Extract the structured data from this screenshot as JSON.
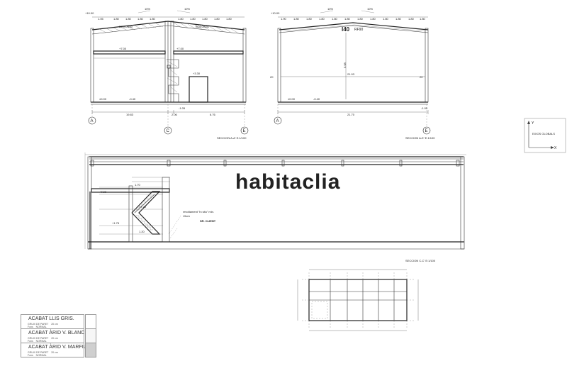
{
  "watermark": "habitaclia",
  "section_aa": {
    "title": "SECCION A-A' E:1/100",
    "top_level": "+10.00",
    "slope_left": "10%",
    "slope_right": "10%",
    "beam_left": "BOXON60",
    "beam_right": "BOXON50",
    "level_a": "+7.00",
    "level_b": "+7.00",
    "level_c": "+3.30",
    "level_ground": "±0.00",
    "level_neg": "-0.40",
    "level_pit": "-1.05",
    "dim_ac": "19.83",
    "dim_cc": "2.06",
    "dim_ce": "6.76",
    "axis_a": "A",
    "axis_c": "C",
    "axis_e": "E",
    "spans_left": [
      "1.05",
      "1.80",
      "1.80",
      "1.80",
      "1.80",
      "1.80",
      "1.80",
      "1.80"
    ],
    "spans_right": [
      "1.80",
      "1.80",
      "1.80",
      "1.80",
      "1.80"
    ]
  },
  "section_ae": {
    "title": "SECCION A-E' E:1/100",
    "top_level": "+10.00",
    "slope_left": "10%",
    "slope_right": "10%",
    "profile": "I40",
    "profile_sub": "RF90",
    "height": "5.98",
    "span": "21.03",
    "overall": "21.70",
    "level_ground": "±0.00",
    "level_neg": "-0.40",
    "level_pit": "-1.05",
    "axis_a": "A",
    "axis_e": "E",
    "spans": [
      "1.90",
      "1.80",
      "1.80",
      "1.80",
      "1.80",
      "1.80",
      "1.80",
      "1.80",
      "1.80",
      "1.80",
      "1.80",
      "1.80"
    ]
  },
  "section_cc": {
    "title": "SECCION C-C' E:1/100",
    "note_line1": "revoltament \"in situ\" min.",
    "note_line2": "15cm",
    "note_client": "SR. CLIENT"
  },
  "axes_box": {
    "label": "EIXOS GLOBALS",
    "y": "Y",
    "x": "X"
  },
  "legend": [
    {
      "title": "ACABAT LLIS GRIS.",
      "line1_a": "GRUIX DE PARET",
      "line1_b": "20 cm",
      "line2_a": "Fons",
      "line2_b": "NORMAL",
      "swatch": "#ffffff"
    },
    {
      "title": "ACABAT ÀRID V. BLANC",
      "line1_a": "GRUIX DE PARET",
      "line1_b": "20 cm",
      "line2_a": "Fons",
      "line2_b": "NORMAL",
      "swatch": "#f6f6f6"
    },
    {
      "title": "ACABAT ÀRID V. MARFIL",
      "line1_a": "GRUIX DE PARET",
      "line1_b": "20 cm",
      "line2_a": "Fons",
      "line2_b": "NORMAL",
      "swatch": "#cfcfcf"
    }
  ]
}
